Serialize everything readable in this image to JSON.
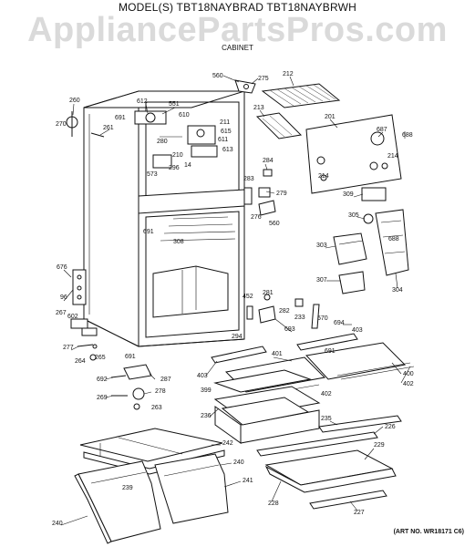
{
  "header": {
    "model_title": "MODEL(S) TBT18NAYBRAD  TBT18NAYBRWH",
    "watermark": "AppliancePartsPros.com",
    "subtitle": "CABINET"
  },
  "footer": {
    "art_note": "(ART NO. WR18171 C6)"
  },
  "part_labels": [
    "560",
    "275",
    "212",
    "260",
    "270",
    "612",
    "551",
    "691",
    "610",
    "261",
    "213",
    "201",
    "211",
    "615",
    "611",
    "613",
    "280",
    "573",
    "296",
    "210",
    "14",
    "284",
    "279",
    "283",
    "276",
    "560",
    "687",
    "688",
    "214",
    "214",
    "309",
    "305",
    "303",
    "688",
    "307",
    "304",
    "691",
    "308",
    "676",
    "96",
    "602",
    "267",
    "277",
    "265",
    "264",
    "691",
    "294",
    "452",
    "281",
    "282",
    "233",
    "570",
    "693",
    "694",
    "403",
    "401",
    "403",
    "400",
    "402",
    "402",
    "399",
    "692",
    "287",
    "269",
    "278",
    "263",
    "236",
    "235",
    "226",
    "229",
    "242",
    "240",
    "241",
    "239",
    "240",
    "228",
    "227",
    "691"
  ],
  "icons": {
    "watermark": "site-watermark-text"
  }
}
